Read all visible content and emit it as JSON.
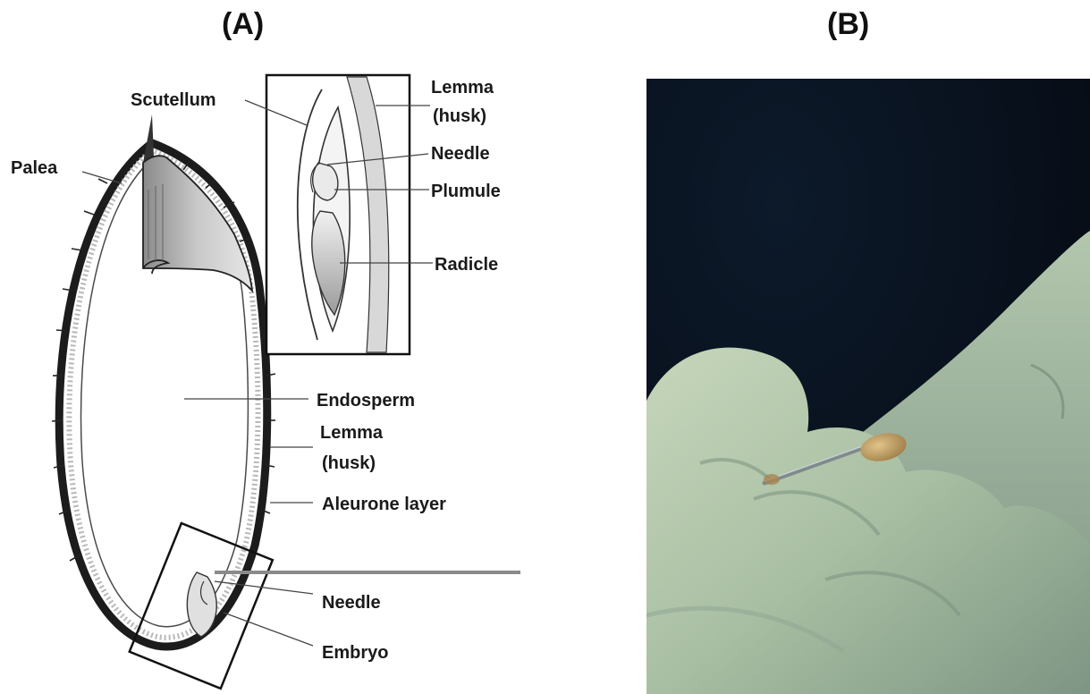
{
  "panels": {
    "a": {
      "label": "(A)"
    },
    "b": {
      "label": "(B)"
    }
  },
  "diagram": {
    "labels": {
      "scutellum": "Scutellum",
      "palea": "Palea",
      "lemma_inset": "Lemma",
      "husk_inset": "(husk)",
      "needle_inset": "Needle",
      "plumule": "Plumule",
      "radicle": "Radicle",
      "endosperm": "Endosperm",
      "lemma": "Lemma",
      "husk": "(husk)",
      "aleurone": "Aleurone layer",
      "needle": "Needle",
      "embryo": "Embryo"
    }
  },
  "photo": {
    "subject": "gloved fingers holding a seed with a needle",
    "colors": {
      "background": "#0b1420",
      "glove": "#b9cbb0",
      "glove_shadow": "#7f9684",
      "seed": "#c9a46a"
    }
  }
}
